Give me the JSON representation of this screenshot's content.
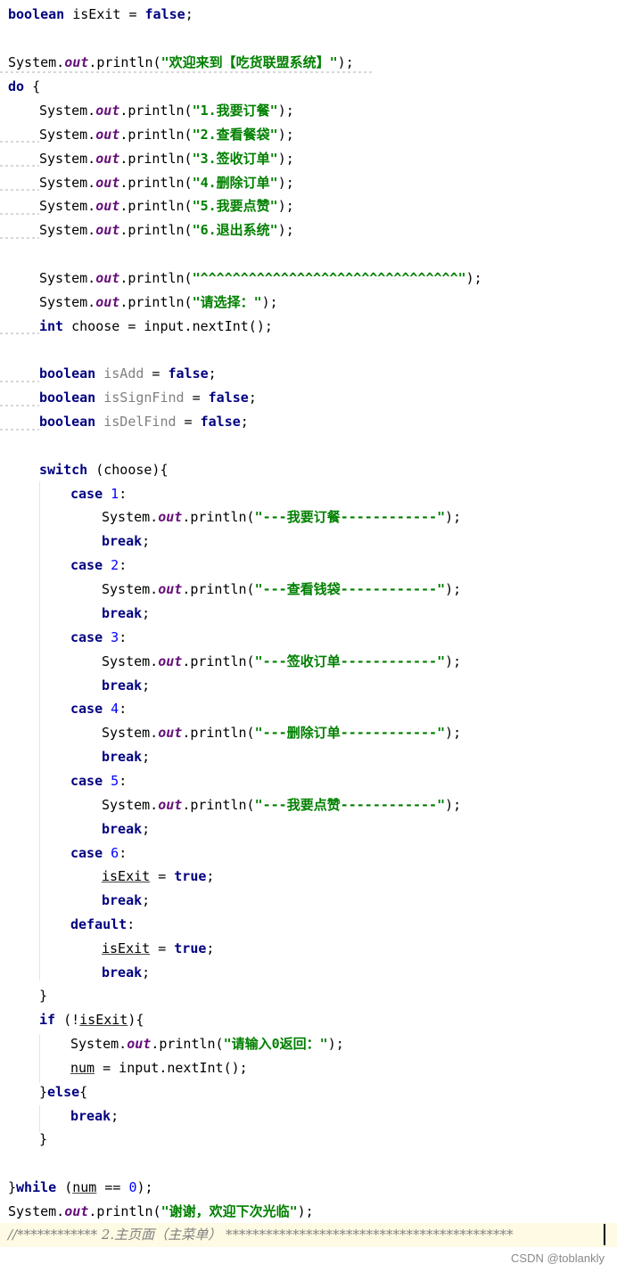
{
  "code": {
    "l01_kw": "boolean",
    "l01_rest": " isExit = ",
    "l01_false": "false",
    "l01_end": ";",
    "sys": "System.",
    "out": "out",
    "println_open": ".println(",
    "close": ");",
    "l03_str": "\"欢迎来到【吃货联盟系统】\"",
    "do_kw": "do",
    "do_brace": " {",
    "m1": "\"1.我要订餐\"",
    "m2": "\"2.查看餐袋\"",
    "m3": "\"3.签收订单\"",
    "m4": "\"4.删除订单\"",
    "m5": "\"5.我要点赞\"",
    "m6": "\"6.退出系统\"",
    "sep": "\"^^^^^^^^^^^^^^^^^^^^^^^^^^^^^^^^\"",
    "choose_prompt": "\"请选择：\"",
    "int_kw": "int",
    "choose_decl": " choose = input.nextInt();",
    "boolean_kw": "boolean",
    "isAdd": "isAdd",
    "isSignFind": "isSignFind",
    "isDelFind": "isDelFind",
    "assign": " = ",
    "false_kw": "false",
    "true_kw": "true",
    "semi": ";",
    "switch_kw": "switch",
    "switch_rest": " (choose){",
    "case_kw": "case",
    "c1": "1",
    "c2": "2",
    "c3": "3",
    "c4": "4",
    "c5": "5",
    "c6": "6",
    "colon": ":",
    "break_kw": "break",
    "s1": "\"---我要订餐------------\"",
    "s2": "\"---查看钱袋------------\"",
    "s3": "\"---签收订单------------\"",
    "s4": "\"---删除订单------------\"",
    "s5": "\"---我要点赞------------\"",
    "isExit": "isExit",
    "default_kw": "default",
    "rbrace": "}",
    "if_kw": "if",
    "if_open": " (!",
    "if_close": "){",
    "return_prompt": "\"请输入0返回：\"",
    "num": "num",
    "num_rest": " = input.nextInt();",
    "else_open": "}",
    "else_kw": "else",
    "else_brace": "{",
    "while_open": "}",
    "while_kw": "while",
    "while_paren": " (",
    "while_eq": " == ",
    "zero": "0",
    "while_close": ");",
    "bye": "\"谢谢，欢迎下次光临\"",
    "comment": "//************ 2.主页面（主菜单） *******************************************"
  },
  "watermark": "CSDN @toblankly"
}
